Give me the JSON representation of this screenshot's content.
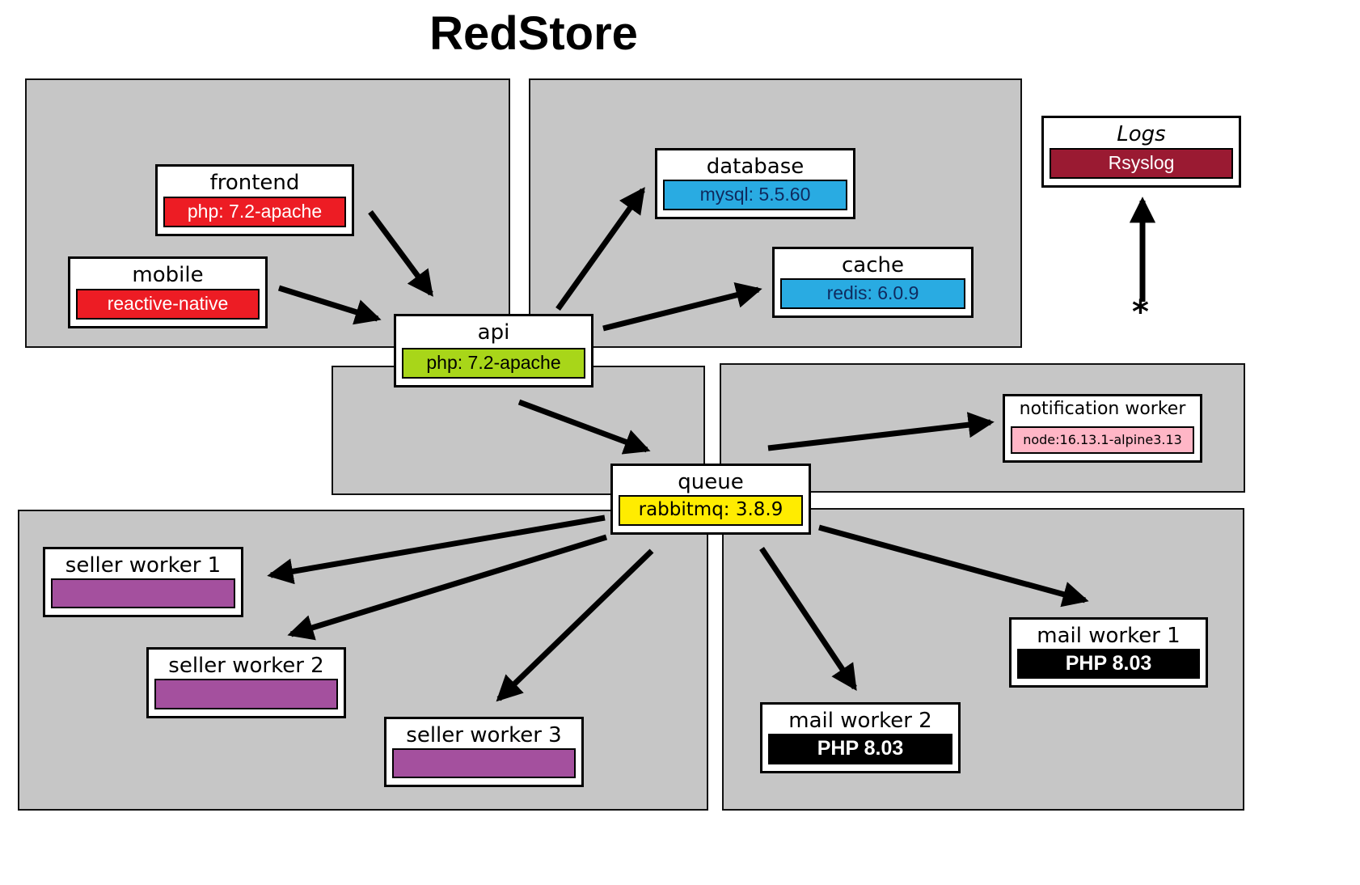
{
  "title": "RedStore",
  "nodes": {
    "frontend": {
      "title": "frontend",
      "chip": "php: 7.2-apache"
    },
    "mobile": {
      "title": "mobile",
      "chip": "reactive-native"
    },
    "api": {
      "title": "api",
      "chip": "php: 7.2-apache"
    },
    "database": {
      "title": "database",
      "chip": "mysql: 5.5.60"
    },
    "cache": {
      "title": "cache",
      "chip": "redis: 6.0.9"
    },
    "logs": {
      "title": "Logs",
      "chip": "Rsyslog"
    },
    "queue": {
      "title": "queue",
      "chip": "rabbitmq: 3.8.9"
    },
    "notification_worker": {
      "title": "notification worker",
      "chip": "node:16.13.1-alpine3.13"
    },
    "seller_worker_1": {
      "title": "seller worker 1",
      "chip": ""
    },
    "seller_worker_2": {
      "title": "seller worker 2",
      "chip": ""
    },
    "seller_worker_3": {
      "title": "seller worker 3",
      "chip": ""
    },
    "mail_worker_1": {
      "title": "mail worker 1",
      "chip": "PHP 8.03"
    },
    "mail_worker_2": {
      "title": "mail worker 2",
      "chip": "PHP 8.03"
    }
  },
  "annotations": {
    "asterisk": "*"
  },
  "edges": [
    {
      "from": "frontend",
      "to": "api"
    },
    {
      "from": "mobile",
      "to": "api"
    },
    {
      "from": "api",
      "to": "database"
    },
    {
      "from": "api",
      "to": "cache"
    },
    {
      "from": "api",
      "to": "queue"
    },
    {
      "from": "queue",
      "to": "notification_worker"
    },
    {
      "from": "queue",
      "to": "seller_worker_1"
    },
    {
      "from": "queue",
      "to": "seller_worker_2"
    },
    {
      "from": "queue",
      "to": "seller_worker_3"
    },
    {
      "from": "queue",
      "to": "mail_worker_1"
    },
    {
      "from": "queue",
      "to": "mail_worker_2"
    },
    {
      "from": "asterisk",
      "to": "logs"
    }
  ],
  "colors": {
    "panel_gray": "#c6c6c6",
    "chip_red": "#ed1c24",
    "chip_green": "#a8d619",
    "chip_blue": "#29abe2",
    "chip_maroon": "#9a1a32",
    "chip_yellow": "#ffec00",
    "chip_pink": "#ffb6c6",
    "chip_purple": "#a4509e",
    "chip_black": "#000000"
  }
}
